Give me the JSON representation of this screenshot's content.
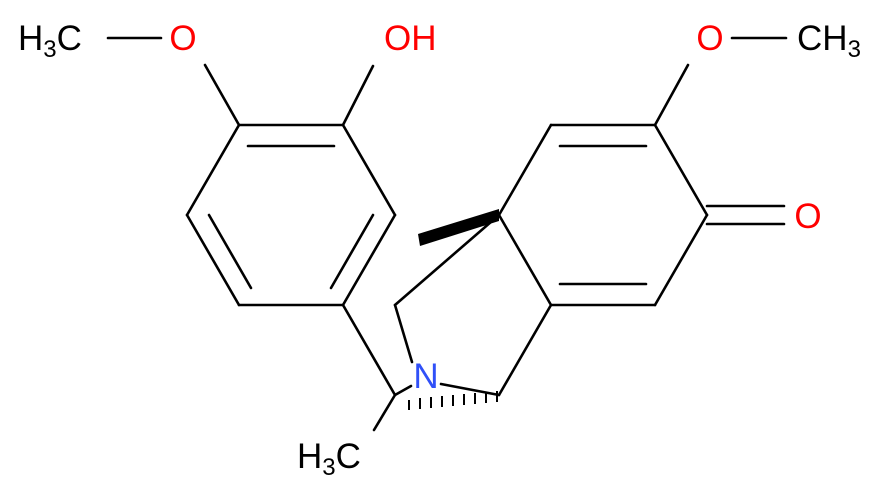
{
  "colors": {
    "bond": "#000000",
    "oxygen": "#ff0000",
    "nitrogen": "#3050f8",
    "carbon_label": "#000000"
  },
  "atoms": {
    "ome_left": {
      "o": "O",
      "c": "H",
      "c_sub": "3",
      "c_tail": "C"
    },
    "oh": {
      "o": "O",
      "h": "H"
    },
    "ome_right": {
      "o": "O",
      "c": "CH",
      "c_sub": "3"
    },
    "ketone": {
      "o": "O"
    },
    "amine": {
      "n": "N"
    },
    "n_methyl": {
      "c": "H",
      "c_sub": "3",
      "c_tail": "C"
    }
  }
}
